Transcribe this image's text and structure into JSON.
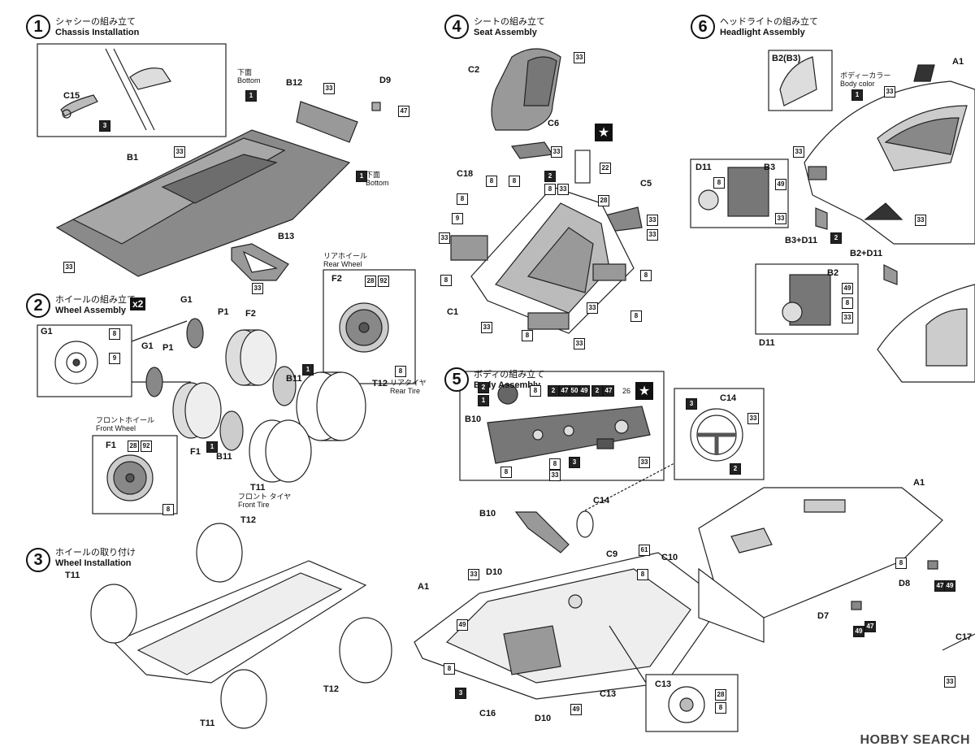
{
  "steps": [
    {
      "num": "1",
      "jp": "シャシーの組み立て",
      "en": "Chassis Installation"
    },
    {
      "num": "2",
      "jp": "ホイールの組み立て",
      "en": "Wheel Assembly",
      "badge": "x2"
    },
    {
      "num": "3",
      "jp": "ホイールの取り付け",
      "en": "Wheel Installation"
    },
    {
      "num": "4",
      "jp": "シートの組み立て",
      "en": "Seat Assembly"
    },
    {
      "num": "5",
      "jp": "ボディの組み立て",
      "en": "Body Assembly"
    },
    {
      "num": "6",
      "jp": "ヘッドライトの組み立て",
      "en": "Headlight  Assembly"
    }
  ],
  "step1": {
    "parts": [
      "C15",
      "B12",
      "D9",
      "B1",
      "B13"
    ],
    "bottom_jp": "下面",
    "bottom_en": "Bottom",
    "tags": [
      "3",
      "33",
      "47",
      "33",
      "33",
      "33",
      "1",
      "1"
    ]
  },
  "step2": {
    "rear_wheel_jp": "リアホイール",
    "rear_wheel_en": "Rear Wheel",
    "front_wheel_jp": "フロントホイール",
    "front_wheel_en": "Front Wheel",
    "rear_tire_jp": "リアタイヤ",
    "rear_tire_en": "Rear Tire",
    "front_tire_jp": "フロント タイヤ",
    "front_tire_en": "Front Tire",
    "parts": [
      "G1",
      "P1",
      "F2",
      "B11",
      "T12",
      "G1",
      "P1",
      "F1",
      "B11",
      "T11",
      "F2",
      "F1",
      "G1"
    ],
    "tags": [
      "8",
      "9",
      "1",
      "1",
      "28",
      "92",
      "8",
      "28",
      "92",
      "8"
    ]
  },
  "step3": {
    "parts": [
      "T12",
      "T11",
      "T12",
      "T11"
    ]
  },
  "step4": {
    "parts": [
      "C2",
      "C6",
      "C18",
      "C5",
      "C1"
    ],
    "tags": [
      "33",
      "33",
      "8",
      "8",
      "8",
      "2",
      "33",
      "8",
      "9",
      "33",
      "33",
      "28",
      "33",
      "8",
      "8",
      "8",
      "33",
      "33",
      "8",
      "33",
      "22"
    ]
  },
  "step5": {
    "parts": [
      "B10",
      "C14",
      "B10",
      "C14",
      "A1",
      "D10",
      "C9",
      "C10",
      "A1",
      "C16",
      "D10",
      "C13",
      "C13",
      "D8",
      "D7"
    ],
    "tags": [
      "2",
      "1",
      "8",
      "2",
      "47",
      "50",
      "49",
      "2",
      "47",
      "26",
      "8",
      "8",
      "3",
      "33",
      "33",
      "3",
      "33",
      "2",
      "33",
      "49",
      "3",
      "8",
      "61",
      "8",
      "49",
      "28",
      "8",
      "8",
      "47",
      "49",
      "49",
      "47"
    ]
  },
  "step6": {
    "parts": [
      "B2(B3)",
      "A1",
      "D11",
      "B3",
      "B3+D11",
      "B2+D11",
      "B2",
      "D11",
      "C17"
    ],
    "body_color_jp": "ボディーカラー",
    "body_color_en": "Body color",
    "tags": [
      "1",
      "33",
      "33",
      "8",
      "49",
      "33",
      "2",
      "33",
      "33",
      "49",
      "8",
      "33"
    ]
  },
  "watermark": "HOBBY SEARCH"
}
